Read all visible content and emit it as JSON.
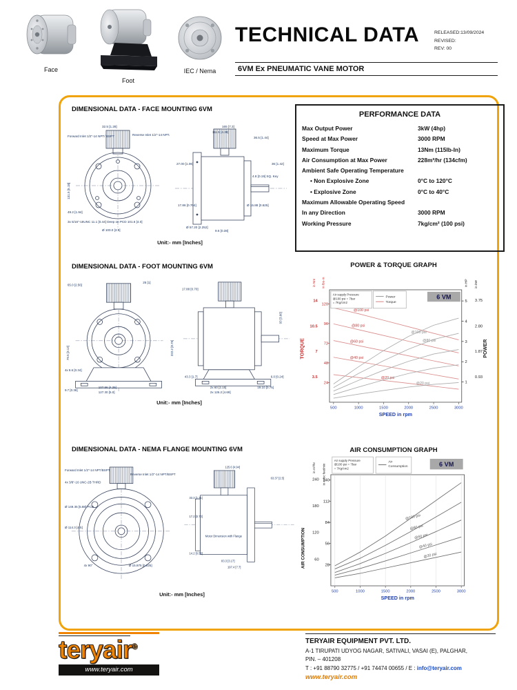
{
  "colors": {
    "accent_border": "#F0A30A",
    "logo_orange": "#F08300",
    "link_blue": "#1849C6",
    "axis_blue": "#1F3FAE",
    "torque_red": "#CC2A2A"
  },
  "header": {
    "title": "TECHNICAL DATA",
    "subtitle": "6VM Ex PNEUMATIC VANE MOTOR",
    "release_info": [
      "RELEASED:13/09/2024",
      "REVISED:",
      "REV: 00"
    ],
    "views": [
      {
        "label": "Face"
      },
      {
        "label": "Foot"
      },
      {
        "label": "IEC / Nema"
      }
    ]
  },
  "sections": {
    "face": {
      "title": "DIMENSIONAL DATA - FACE MOUNTING 6VM",
      "unit_note": "Unit:- mm [Inches]"
    },
    "foot": {
      "title": "DIMENSIONAL DATA - FOOT MOUNTING 6VM",
      "unit_note": "Unit:- mm [Inches]"
    },
    "nema": {
      "title": "DIMENSIONAL DATA - NEMA FLANGE MOUNTING 6VM",
      "unit_note": "Unit:- mm [Inches]"
    }
  },
  "drawings": {
    "face_front": {
      "labels": [
        "32.5 [1.28]",
        "Forward Inlet 1/2\"-14 NPT/ BSPT",
        "Reverse Inlet 1/2\"-14 NPT/BSPT",
        "131.5 [5.18]",
        "49.2 [1.94]",
        "3x 5/16\"-18UNC 11.1 [0.44] Deep on PCD 101.6 [4.0]",
        "Ø 100.0 [3.9]"
      ]
    },
    "face_side": {
      "labels": [
        "165 [7.3]",
        "111.5 [4.39]",
        "36.5 [1.44]",
        "36 [1.42]",
        "27.00 [1.06]",
        "4.8 [0.19] SQ. Key",
        "17.86 [0.704]",
        "Ø 15.88 [0.625]",
        "Ø 57.20 [2.252]",
        "9.6 [0.38]"
      ]
    },
    "foot_front": {
      "labels": [
        "65.0 [2.56]",
        "25 [1]",
        "222.2 [8.75]",
        "79.5 [3.13]",
        "4x 8.6 [0.34]",
        "9.7 [0.38]",
        "107.96 [4.25]",
        "127.30 [5.0]"
      ]
    },
    "foot_side": {
      "labels": [
        "17.88 [0.70]",
        "93 [3.66]",
        "43.3 [1.7]",
        "2x 60 [2.15]",
        "2x 126.2 [4.69]",
        "19.10 [0.75]",
        "6.0 [0.24]"
      ]
    },
    "nema_front": {
      "labels": [
        "Forward Inlet 1/2\"-14 NPT/BSPT",
        "Reverse Inlet 1/2\"-14 NPT/BSPT",
        "4x 3/8\"-16 UNC-2B THRD",
        "Ø 149.35 [5.88] PCD",
        "Ø 114.3 [4.5]",
        "4x 90°",
        "Ø 15.875 [0.625]"
      ]
    },
    "nema_side": {
      "labels": [
        "125.6 [4.94]",
        "63.37 [2.5]",
        "33.3 [1.31]",
        "17.2 [0.70]",
        "14.2 [0.56]",
        "83.3 [3.17]",
        "197.4 [7.7]",
        "Motor Dimension with Flange"
      ]
    }
  },
  "performance": {
    "title": "PERFORMANCE DATA",
    "rows": [
      {
        "label": "Max Output Power",
        "value": "3kW (4hp)",
        "indent": false
      },
      {
        "label": "Speed at Max Power",
        "value": "3000 RPM",
        "indent": false
      },
      {
        "label": "Maximum Torque",
        "value": "13Nm (115lb-In)",
        "indent": false
      },
      {
        "label": "Air Consumption at Max Power",
        "value": "228m³/hr (134cfm)",
        "indent": false
      },
      {
        "label": "Ambient Safe Operating Temperature",
        "value": "",
        "indent": false
      },
      {
        "label": "•   Non Explosive Zone",
        "value": "0°C to 120°C",
        "indent": true
      },
      {
        "label": "•   Explosive Zone",
        "value": "0°C to 40°C",
        "indent": true
      },
      {
        "label": "Maximum Allowable Operating Speed",
        "value": "",
        "indent": false
      },
      {
        "label": "In any Direction",
        "value": "3000 RPM",
        "indent": false
      },
      {
        "label": "Working Pressure",
        "value": "7kg/cm² (100 psi)",
        "indent": false
      }
    ]
  },
  "chart_data": [
    {
      "type": "line",
      "title": "POWER & TORQUE GRAPH",
      "badge": "6 VM",
      "note_lines": [
        "Air supply Pressure",
        "@100 psi = 7bar",
        "= 7Kg/cm2"
      ],
      "legend": [
        {
          "name": "Power",
          "color": "#9A9A9A"
        },
        {
          "name": "Torque",
          "color": "#D98B8B"
        }
      ],
      "xlabel": "SPEED in rpm",
      "x_ticks": [
        500,
        1000,
        1500,
        2000,
        2500,
        3000
      ],
      "speed_points": [
        500,
        1000,
        1500,
        2000,
        2500,
        3000
      ],
      "left_axis": {
        "label": "TORQUE",
        "units": [
          "in Nm",
          "in lbs-in"
        ],
        "nm_ticks": [
          14,
          10.5,
          7,
          3.5
        ],
        "lbin_ticks": [
          120,
          96,
          72,
          48,
          24
        ],
        "color": "#CC2A2A",
        "nm_max": 15.5,
        "lbin_to_nm": 0.113
      },
      "right_axis": {
        "label": "POWER",
        "units": [
          "in HP",
          "in kW"
        ],
        "hp_ticks": [
          5,
          4,
          3,
          2,
          1
        ],
        "kw_ticks": [
          3.75,
          2.8,
          1.87,
          0.93
        ],
        "color": "#222222",
        "hp_max": 5.55,
        "kw_to_hp": 1.3405
      },
      "torque_series": [
        {
          "name": "@100 psi",
          "values_nm": [
            13.0,
            12.2,
            11.3,
            10.4,
            9.5,
            8.6
          ]
        },
        {
          "name": "@80 psi",
          "values_nm": [
            10.8,
            10.0,
            9.2,
            8.4,
            7.6,
            6.8
          ]
        },
        {
          "name": "@60 psi",
          "values_nm": [
            8.5,
            7.8,
            7.1,
            6.4,
            5.7,
            5.0
          ]
        },
        {
          "name": "@40 psi",
          "values_nm": [
            6.2,
            5.6,
            5.0,
            4.4,
            3.8,
            3.2
          ]
        },
        {
          "name": "@20 psi",
          "values_nm": [
            3.8,
            3.4,
            3.0,
            2.6,
            2.2,
            1.8
          ]
        }
      ],
      "power_series": [
        {
          "name": "@100 psi",
          "values_hp": [
            0.9,
            1.75,
            2.55,
            3.25,
            3.8,
            4.15
          ]
        },
        {
          "name": "@80 psi",
          "values_hp": [
            0.72,
            1.42,
            2.05,
            2.62,
            3.1,
            3.4
          ]
        },
        {
          "name": "@60 psi",
          "values_hp": [
            0.55,
            1.08,
            1.58,
            2.02,
            2.38,
            2.6
          ]
        },
        {
          "name": "@40 psi",
          "values_hp": [
            0.38,
            0.75,
            1.1,
            1.42,
            1.68,
            1.85
          ]
        },
        {
          "name": "@20 psi",
          "values_hp": [
            0.2,
            0.4,
            0.58,
            0.75,
            0.88,
            0.97
          ]
        }
      ]
    },
    {
      "type": "line",
      "title": "AIR CONSUMPTION GRAPH",
      "badge": "6 VM",
      "note_lines": [
        "Air supply Pressure",
        "@100 psi = 7bar",
        "= 7Kg/cm2"
      ],
      "legend": [
        {
          "name": "Air Consumption",
          "color": "#666666"
        }
      ],
      "xlabel": "SPEED in rpm",
      "x_ticks": [
        500,
        1000,
        1500,
        2000,
        2500,
        3000
      ],
      "speed_points": [
        500,
        1000,
        1500,
        2000,
        2500,
        3000
      ],
      "left_axis": {
        "label": "AIR CONSUMPTION",
        "units": [
          "in m³/hr",
          "in cubic feet/min"
        ],
        "m3_ticks": [
          240,
          180,
          120,
          60
        ],
        "cfm_ticks": [
          140,
          112,
          84,
          56,
          28
        ],
        "m3_max": 250,
        "cfm_to_m3": 1.699
      },
      "series": [
        {
          "name": "@100 psi",
          "values_m3hr": [
            45,
            76,
            112,
            152,
            192,
            232
          ]
        },
        {
          "name": "@80 psi",
          "values_m3hr": [
            38,
            62,
            91,
            122,
            155,
            188
          ]
        },
        {
          "name": "@60 psi",
          "values_m3hr": [
            30,
            50,
            73,
            97,
            122,
            148
          ]
        },
        {
          "name": "@40 psi",
          "values_m3hr": [
            24,
            39,
            56,
            74,
            92,
            110
          ]
        },
        {
          "name": "@20 psi",
          "values_m3hr": [
            18,
            28,
            40,
            52,
            64,
            76
          ]
        }
      ]
    }
  ],
  "footer": {
    "logo_text": "teryair",
    "logo_reg": "®",
    "logo_site": "www.teryair.com",
    "company": "TERYAIR EQUIPMENT PVT. LTD.",
    "address1": "A-1 TIRUPATI UDYOG NAGAR, SATIVALI, VASAI (E), PALGHAR,",
    "address2": "PIN. – 401208",
    "contact_prefix": "T : +91 88790 32775 / +91 74474 00655 /  E : ",
    "email": "info@teryair.com",
    "website": "www.teryair.com"
  }
}
